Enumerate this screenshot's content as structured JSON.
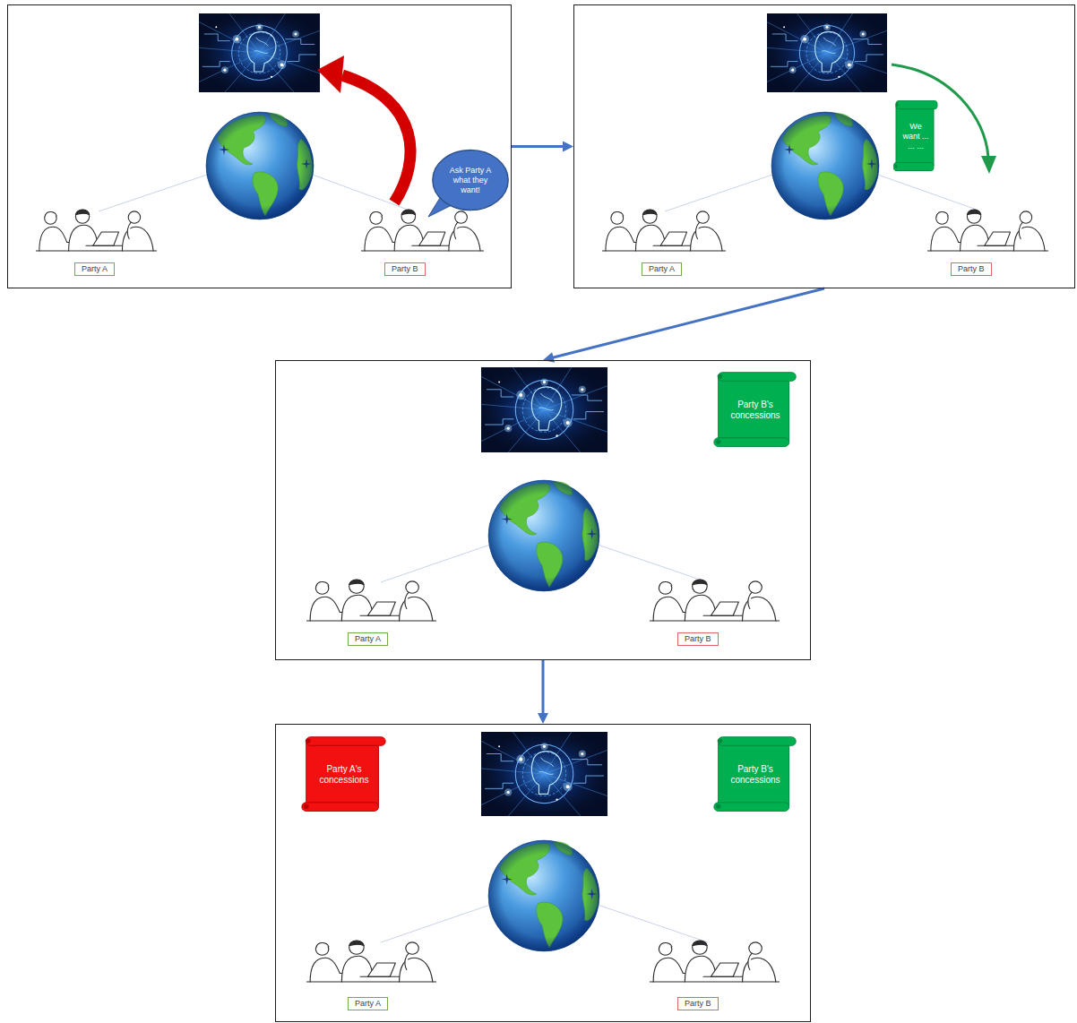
{
  "diagram": {
    "nodes": [
      {
        "text": []
      },
      {
        "text": [
          "Ask Party A what they want!"
        ],
        "in": 0
      },
      {
        "text": [
          "Party A"
        ],
        "in": 0
      },
      {
        "text": [
          "Party B"
        ],
        "in": 0
      },
      {
        "text": []
      },
      {
        "text": [
          "We want ... ... ..."
        ],
        "in": 4
      },
      {
        "text": [
          "Party A"
        ],
        "in": 4
      },
      {
        "text": [
          "Party B"
        ],
        "in": 4
      },
      {
        "text": []
      },
      {
        "text": [
          "Party B's concessions"
        ],
        "in": 8
      },
      {
        "text": [
          "Party A"
        ],
        "in": 8
      },
      {
        "text": [
          "Party B"
        ],
        "in": 8
      },
      {
        "text": []
      },
      {
        "text": [
          "Party A's concessions"
        ],
        "in": 12
      },
      {
        "text": [
          "Party B's concessions"
        ],
        "in": 12
      },
      {
        "text": [
          "Party A"
        ],
        "in": 12
      },
      {
        "text": [
          "Party B"
        ],
        "in": 12
      }
    ],
    "edges": [
      {
        "from": 0,
        "to": 4,
        "arrow": "to"
      },
      {
        "from": 4,
        "to": 8,
        "arrow": "to"
      },
      {
        "from": 8,
        "to": 12,
        "arrow": "to"
      }
    ]
  }
}
